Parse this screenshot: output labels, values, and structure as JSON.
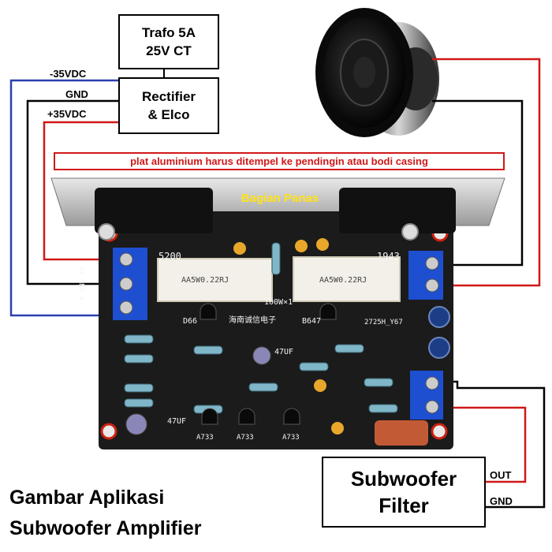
{
  "blocks": {
    "trafo": "Trafo 5A\n25V CT",
    "rectifier": "Rectifier\n& Elco",
    "filter": "Subwoofer\nFilter"
  },
  "wires": {
    "neg": "-35VDC",
    "gnd": "GND",
    "pos": "+35VDC",
    "out": "OUT",
    "out_gnd": "GND"
  },
  "notes": {
    "warning": "plat aluminium harus ditempel ke pendingin atau bodi casing",
    "hot_zone": "Bagian Panas"
  },
  "caption": {
    "line1": "Gambar Aplikasi",
    "line2": "Subwoofer Amplifier"
  },
  "board": {
    "left_transistor": "5200",
    "right_transistor": "1943",
    "resistor_label": "AA5W0.22RJ",
    "power_label": "100W×1",
    "pcb_id": "2725H_Y67",
    "cap_label": "47UF",
    "chip_label": "A733",
    "left_driver": "D66",
    "right_driver": "B647",
    "supply_terminal": "V+ GND V-",
    "chinese_text": "海南诚信电子"
  },
  "colors": {
    "wire_red": "#d01818",
    "wire_blue": "#2a3fb0",
    "wire_black": "#000000",
    "pcb": "#1b1b1b",
    "terminal": "#1e4fd0",
    "plate": "#bdbdbd"
  }
}
